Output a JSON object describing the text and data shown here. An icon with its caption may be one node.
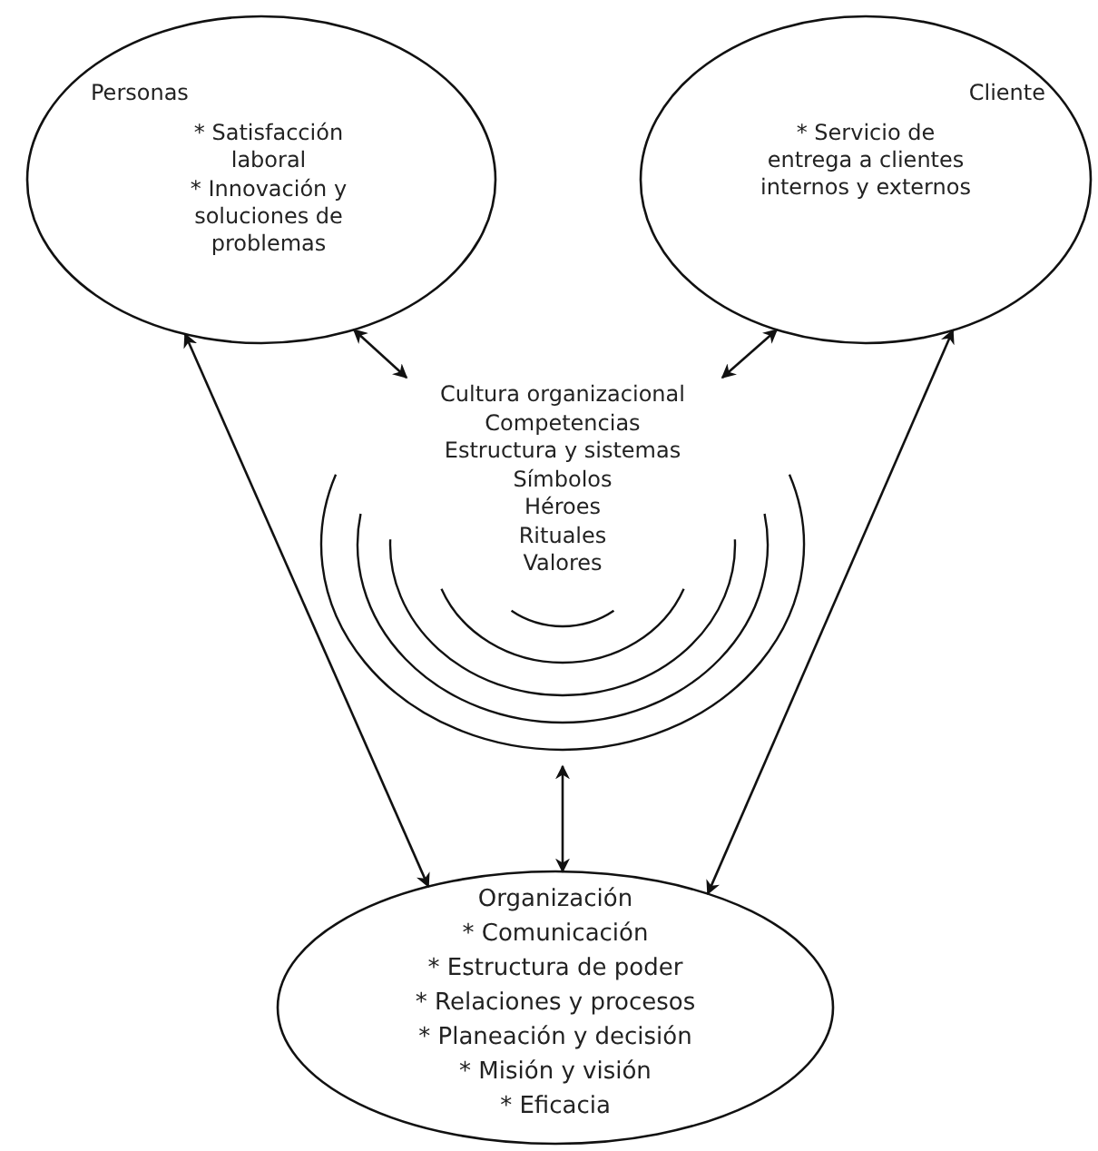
{
  "diagram": {
    "nodes": [
      {
        "text": [
          "Personas",
          "* Satisfacción laboral",
          "* Innovación y soluciones de problemas"
        ]
      },
      {
        "text": [
          "Cliente",
          "* Servicio de entrega a clientes internos y externos"
        ]
      },
      {
        "text": [
          "Cultura organizacional",
          "Competencias",
          "Estructura y sistemas",
          "Símbolos",
          "Héroes",
          "Rituales",
          "Valores"
        ]
      },
      {
        "text": [
          "Organización",
          "* Comunicación",
          "* Estructura de poder",
          "* Relaciones y procesos",
          "* Planeación y decisión",
          "* Misión y visión",
          "* Eficacia"
        ]
      }
    ],
    "edges": [
      {
        "from": 0,
        "to": 2,
        "arrow": "both"
      },
      {
        "from": 1,
        "to": 2,
        "arrow": "both"
      },
      {
        "from": 2,
        "to": 3,
        "arrow": "both"
      },
      {
        "from": 0,
        "to": 3,
        "arrow": "both"
      },
      {
        "from": 1,
        "to": 3,
        "arrow": "both"
      }
    ]
  }
}
